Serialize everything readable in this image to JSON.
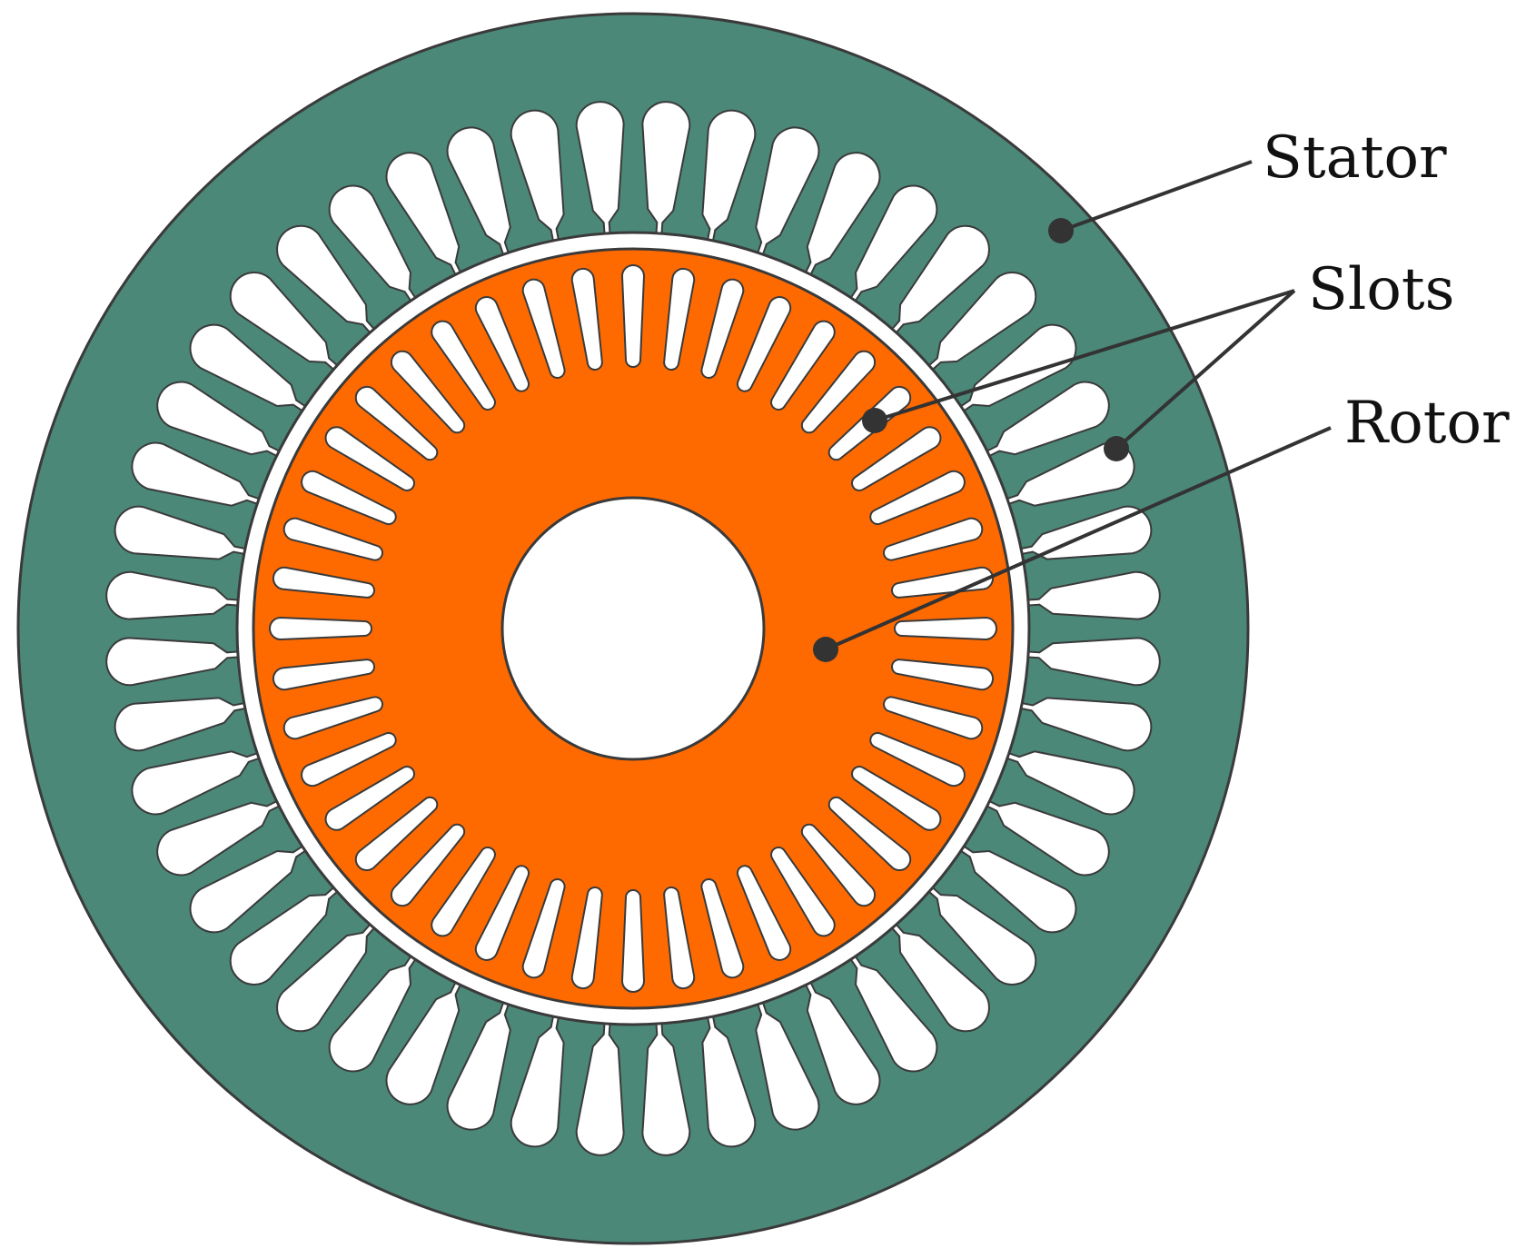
{
  "diagram": {
    "labels": {
      "stator": "Stator",
      "slots": "Slots",
      "rotor": "Rotor"
    },
    "colors": {
      "stator": "#4b8878",
      "rotor": "#ff6a00",
      "slot": "#ffffff",
      "outline": "#3a3a3a",
      "leader": "#333333"
    },
    "stator_slot_count": 48,
    "rotor_slot_count": 44
  }
}
